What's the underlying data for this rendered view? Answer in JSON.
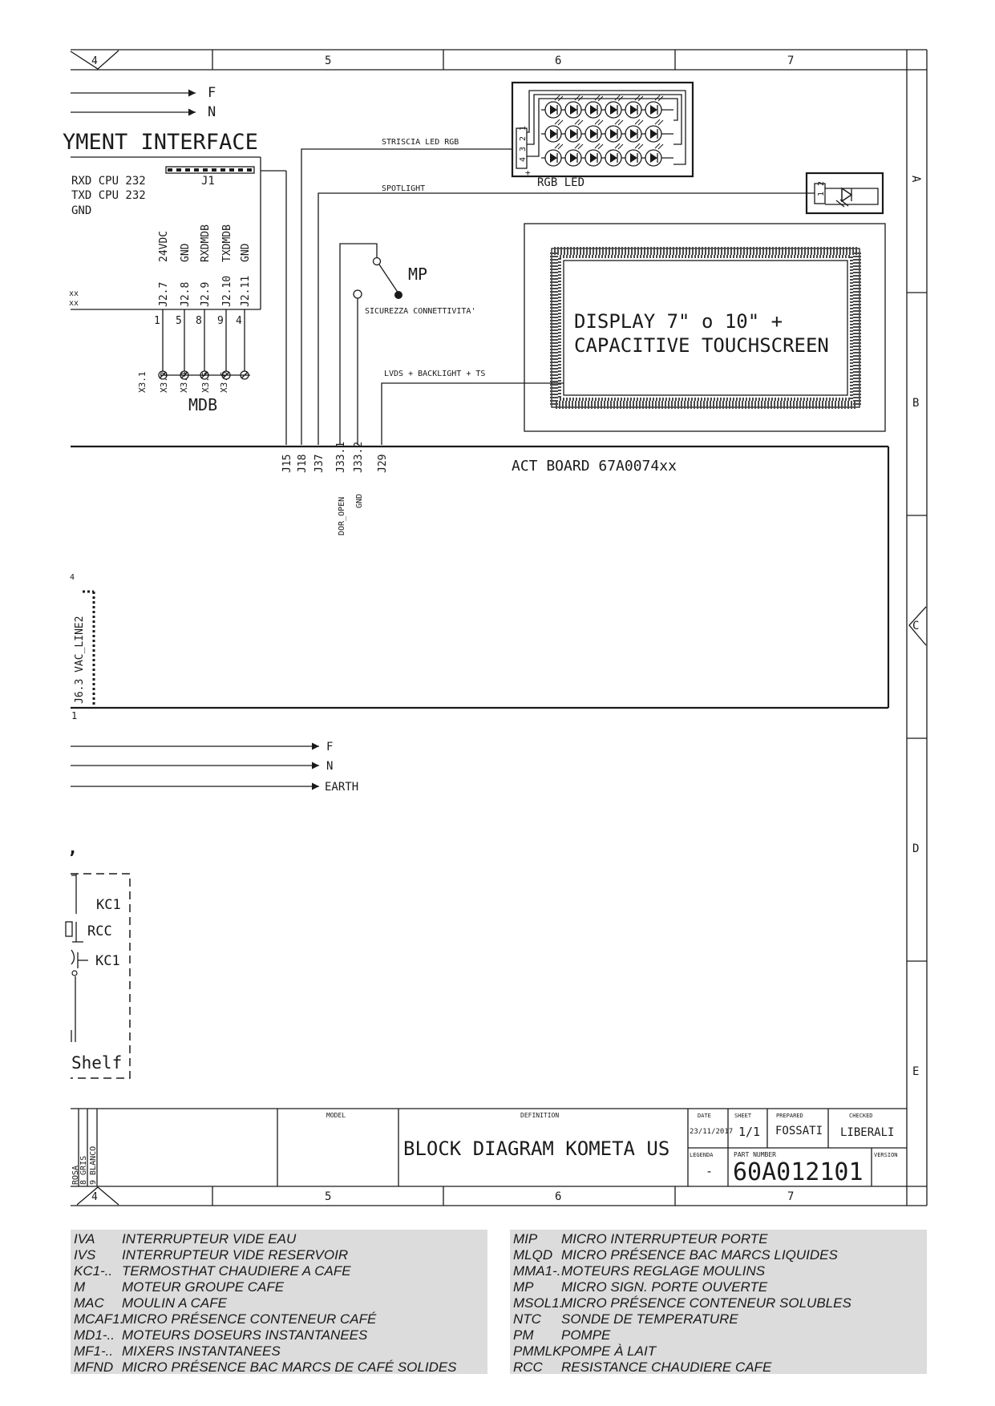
{
  "sheet_columns_top": [
    "4",
    "5",
    "6",
    "7"
  ],
  "sheet_columns_bottom": [
    "4",
    "5",
    "6",
    "7"
  ],
  "sheet_rows": [
    "A",
    "B",
    "C",
    "D",
    "E"
  ],
  "top_supply": [
    "F",
    "N"
  ],
  "payment_interface": {
    "title": "YMENT INTERFACE",
    "connector": "J1",
    "signals": [
      "RXD CPU 232",
      "TXD CPU 232",
      "GND"
    ],
    "cut_labels": [
      "xx",
      "xx"
    ],
    "pins": [
      {
        "signal": "24VDC",
        "pin": "J2.7",
        "wire": "1",
        "terminal": "X3.1"
      },
      {
        "signal": "GND",
        "pin": "J2.8",
        "wire": "5",
        "terminal": "X3.2"
      },
      {
        "signal": "RXDMDB",
        "pin": "J2.9",
        "wire": "8",
        "terminal": "X3.4"
      },
      {
        "signal": "TXDMDB",
        "pin": "J2.10",
        "wire": "9",
        "terminal": "X3.5"
      },
      {
        "signal": "GND",
        "pin": "J2.11",
        "wire": "4",
        "terminal": "X3.6"
      }
    ],
    "mdb_label": "MDB"
  },
  "rgb_led": {
    "wire_label": "STRISCIA LED RGB",
    "label": "RGB LED",
    "pins": [
      "1",
      "2",
      "3",
      "4"
    ],
    "plus": "+"
  },
  "spotlight": {
    "wire_label": "SPOTLIGHT",
    "pins": [
      "1",
      "2"
    ]
  },
  "micro_switch": {
    "label": "MP",
    "wire_label": "SICUREZZA CONNETTIVITA'"
  },
  "display": {
    "line1": "DISPLAY 7\" o 10\" +",
    "line2": "CAPACITIVE TOUCHSCREEN",
    "wire_label": "LVDS + BACKLIGHT + TS"
  },
  "act_board": {
    "title": "ACT BOARD 67A0074xx",
    "connectors": [
      "J15",
      "J18",
      "J37",
      "J33.1",
      "J33.2",
      "J29"
    ],
    "sub_labels": [
      "DOR_OPEN",
      "GND"
    ],
    "left_connector": "J6.3 VAC_LINE2",
    "pin_top": "4",
    "pin_bottom": "1"
  },
  "bottom_supply": [
    "F",
    "N",
    "EARTH"
  ],
  "shelf": {
    "labels": [
      "KC1",
      "RCC",
      "KC1"
    ],
    "title": "Shelf"
  },
  "title_block": {
    "color_codes": [
      "ROSA",
      "8 GRIS",
      "9 BLANCO"
    ],
    "model_label": "MODEL",
    "definition_label": "DEFINITION",
    "definition": "BLOCK DIAGRAM KOMETA US",
    "date_label": "DATE",
    "date": "23/11/2017",
    "sheet_label": "SHEET",
    "sheet": "1/1",
    "prepared_label": "PREPARED",
    "prepared": "FOSSATI",
    "checked_label": "CHECKED",
    "checked": "LIBERALI",
    "legenda_label": "LEGENDA",
    "legenda": "-",
    "part_number_label": "PART NUMBER",
    "part_number": "60A012101",
    "version_label": "VERSION"
  },
  "legend_left": [
    {
      "code": "IVA",
      "desc": "INTERRUPTEUR  VIDE EAU"
    },
    {
      "code": "IVS",
      "desc": "INTERRUPTEUR VIDE RESERVOIR"
    },
    {
      "code": "KC1-..",
      "desc": "TERMOSTHAT CHAUDIERE A CAFE"
    },
    {
      "code": "M",
      "desc": "MOTEUR GROUPE CAFE"
    },
    {
      "code": "MAC",
      "desc": "MOULIN A CAFE"
    },
    {
      "code": "MCAF1.",
      "desc": "MICRO PRÉSENCE CONTENEUR CAFÉ"
    },
    {
      "code": "MD1-..",
      "desc": "MOTEURS DOSEURS INSTANTANEES"
    },
    {
      "code": "MF1-..",
      "desc": "MIXERS INSTANTANEES"
    },
    {
      "code": "MFND",
      "desc": "MICRO PRÉSENCE BAC MARCS DE CAFÉ SOLIDES"
    }
  ],
  "legend_right": [
    {
      "code": "MIP",
      "desc": "MICRO INTERRUPTEUR PORTE"
    },
    {
      "code": "MLQD",
      "desc": "MICRO PRÉSENCE BAC MARCS LIQUIDES"
    },
    {
      "code": "MMA1-.",
      "desc": "MOTEURS REGLAGE MOULINS"
    },
    {
      "code": "MP",
      "desc": "MICRO SIGN. PORTE OUVERTE"
    },
    {
      "code": "MSOL1.",
      "desc": "MICRO PRÉSENCE CONTENEUR SOLUBLES"
    },
    {
      "code": "NTC",
      "desc": "SONDE DE TEMPERATURE"
    },
    {
      "code": "PM",
      "desc": "POMPE"
    },
    {
      "code": "PMMLK",
      "desc": "POMPE À LAIT"
    },
    {
      "code": "RCC",
      "desc": "RESISTANCE CHAUDIERE CAFE"
    }
  ]
}
